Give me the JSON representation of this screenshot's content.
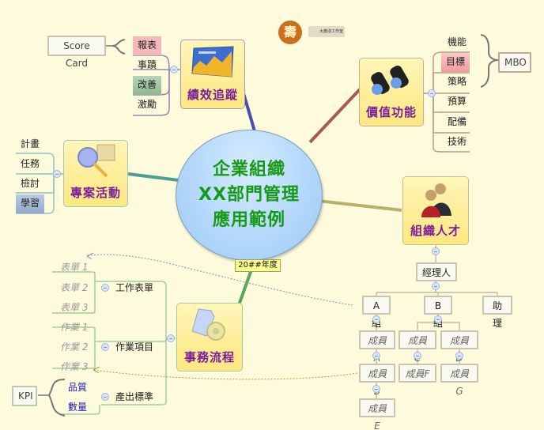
{
  "central": {
    "lines": [
      "企業組織",
      "XX部門管理",
      "應用範例"
    ],
    "year_tag": "20##年度"
  },
  "logo": {
    "seal_text": "壽",
    "badge_text": "大蕭潑工作室"
  },
  "topics": {
    "performance": {
      "label": "績效追蹤",
      "icon": "chart-icon",
      "items": [
        "報表",
        "事蹟",
        "改善",
        "激勵"
      ],
      "summary": "Score Card"
    },
    "value": {
      "label": "價值功能",
      "icon": "binoculars-icon",
      "items": [
        "機能",
        "目標",
        "策略",
        "預算",
        "配備",
        "技術"
      ],
      "summary": "MBO"
    },
    "project": {
      "label": "專案活動",
      "icon": "magnifier-icon",
      "items": [
        "計畫",
        "任務",
        "檢討",
        "學習"
      ]
    },
    "talent": {
      "label": "組織人才",
      "icon": "people-icon",
      "manager": "經理人",
      "groups": [
        "A 組",
        "B 組",
        "助理"
      ],
      "members": [
        "成員A",
        "成員B",
        "成員C",
        "成員D",
        "成員E",
        "成員F",
        "成員G"
      ]
    },
    "process": {
      "label": "事務流程",
      "icon": "document-gear-icon",
      "branches": [
        {
          "label": "工作表單",
          "items": [
            "表單 1",
            "表單 2",
            "表單 3"
          ]
        },
        {
          "label": "作業項目",
          "items": [
            "作業 1",
            "作業 2",
            "作業 3"
          ]
        },
        {
          "label": "產出標準",
          "items": [
            "品質",
            "數量"
          ]
        }
      ],
      "summary": "KPI"
    }
  },
  "colors": {
    "background": "#fdfbdc",
    "central_text": "#169a16",
    "topic_text": "#7a1d9a",
    "highlight_red": "#f7b8b8",
    "highlight_green": "#9cc49c",
    "highlight_blue": "#a8bcd8"
  }
}
